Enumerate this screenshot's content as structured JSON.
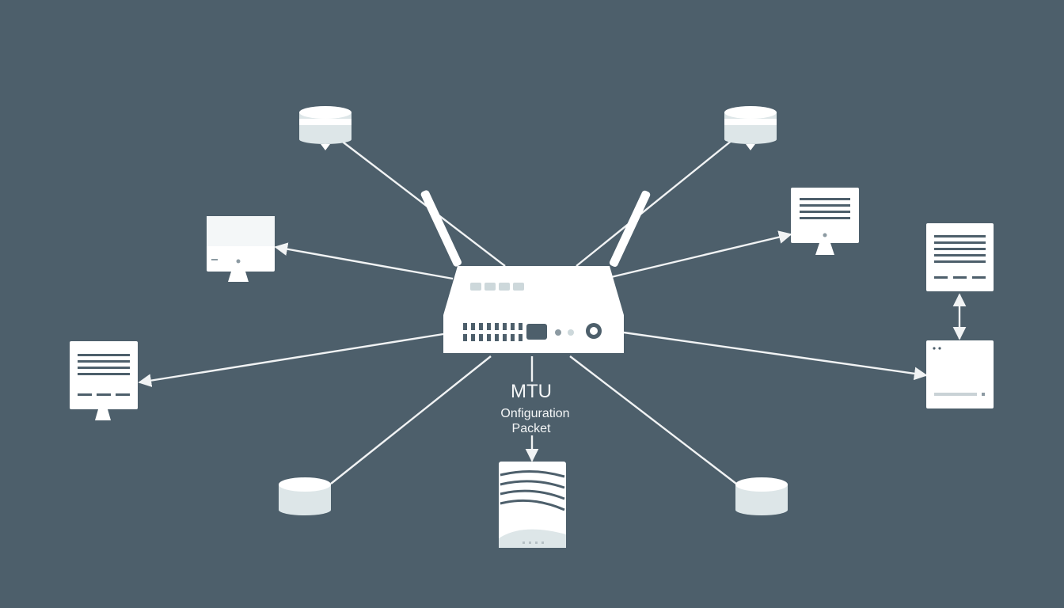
{
  "diagram": {
    "label_line1": "MTU",
    "label_line2": "Onfiguration",
    "label_line3": "Packet"
  },
  "colors": {
    "background": "#4d5f6b",
    "device": "#ffffff",
    "device_shade": "#dde6e8",
    "line": "#f1f3f4",
    "detail": "#8c9aa2"
  }
}
